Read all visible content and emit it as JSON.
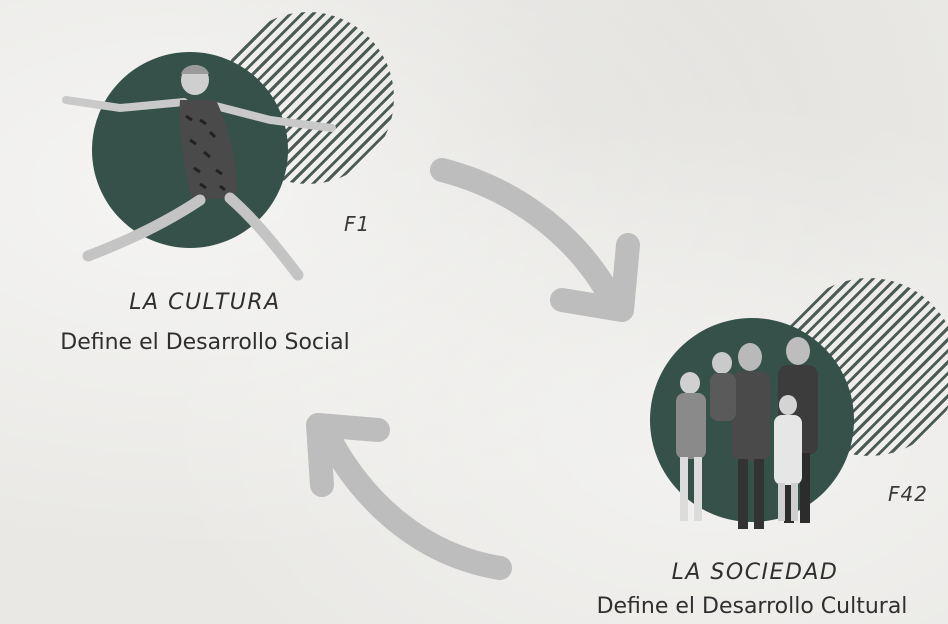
{
  "node_culture": {
    "figure_label": "F1",
    "title": "LA CULTURA",
    "subtitle": "Define el Desarrollo Social",
    "photo": "woman-leaping-photo"
  },
  "node_society": {
    "figure_label": "F42",
    "title": "LA SOCIEDAD",
    "subtitle": "Define el Desarrollo Cultural",
    "photo": "family-group-photo"
  },
  "colors": {
    "background": "#e9e8e5",
    "circle": "#35514a",
    "stripes": "#4b5b55",
    "arrow": "#bdbdbd",
    "text": "#2f2f2f"
  }
}
